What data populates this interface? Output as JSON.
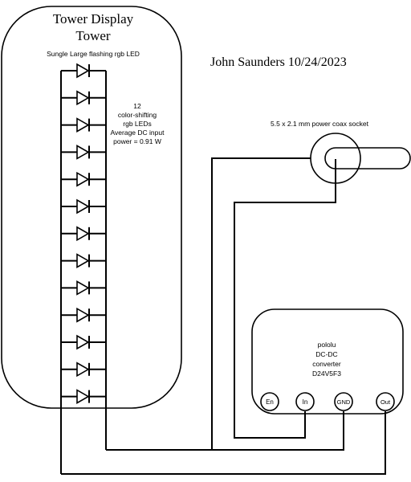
{
  "tower": {
    "title_line1": "Tower Display",
    "title_line2": "Tower",
    "led_label": "Sungle Large flashing rgb LED"
  },
  "author_date": "John Saunders 10/24/2023",
  "led_note": {
    "line1": "12",
    "line2": "color-shifting",
    "line3": "rgb LEDs",
    "line4": "Average DC input",
    "line5": "power = 0.91 W"
  },
  "socket_label": "5.5 x 2.1 mm power coax socket",
  "converter": {
    "line1": "pololu",
    "line2": "DC-DC",
    "line3": "converter",
    "line4": "D24V5F3"
  },
  "pins": {
    "en": "En",
    "in": "In",
    "gnd": "GND",
    "out": "Out"
  },
  "led_count": 13
}
